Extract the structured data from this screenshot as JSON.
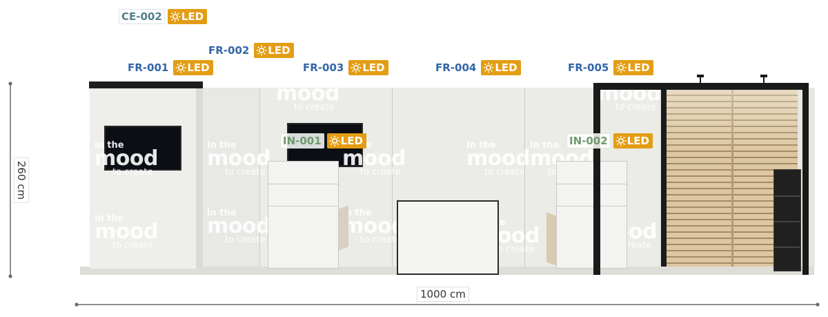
{
  "tags": [
    {
      "code": "CE-002",
      "led": "LED"
    },
    {
      "code": "FR-002",
      "led": "LED"
    },
    {
      "code": "FR-001",
      "led": "LED"
    },
    {
      "code": "FR-003",
      "led": "LED"
    },
    {
      "code": "FR-004",
      "led": "LED"
    },
    {
      "code": "FR-005",
      "led": "LED"
    },
    {
      "code": "IN-001",
      "led": "LED"
    },
    {
      "code": "IN-002",
      "led": "LED"
    }
  ],
  "dimensions": {
    "height": "260 cm",
    "width": "1000 cm"
  },
  "watermark": {
    "line1": "in the",
    "line2": "mood",
    "line3": "to create"
  },
  "colors": {
    "led_badge": "#e39d14",
    "code_frame": "#3266a8",
    "code_infill": "#6f9a6e",
    "code_ceiling": "#4f7f8c",
    "wall": "#ebebe8",
    "slat_wood": "#d9c4a0",
    "frame_black": "#1a1a1a"
  }
}
